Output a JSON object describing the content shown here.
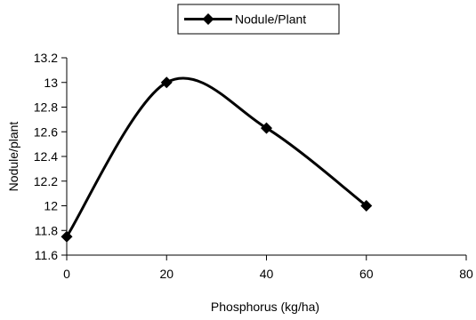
{
  "chart_data": {
    "type": "line",
    "title": "",
    "xlabel": "Phosphorus (kg/ha)",
    "ylabel": "Nodule/plant",
    "x": [
      0,
      20,
      40,
      60
    ],
    "series": [
      {
        "name": "Nodule/Plant",
        "values": [
          11.75,
          13.0,
          12.63,
          12.0
        ],
        "color": "#000000",
        "marker": "diamond",
        "smooth": true
      }
    ],
    "xlim": [
      0,
      80
    ],
    "ylim": [
      11.6,
      13.2
    ],
    "xticks": [
      0,
      20,
      40,
      60,
      80
    ],
    "yticks": [
      11.6,
      11.8,
      12.0,
      12.2,
      12.4,
      12.6,
      12.8,
      13.0,
      13.2
    ],
    "xtick_labels": [
      "0",
      "20",
      "40",
      "60",
      "80"
    ],
    "ytick_labels": [
      "11.6",
      "11.8",
      "12",
      "12.2",
      "12.4",
      "12.6",
      "12.8",
      "13",
      "13.2"
    ],
    "grid": false,
    "legend": "top-center"
  }
}
